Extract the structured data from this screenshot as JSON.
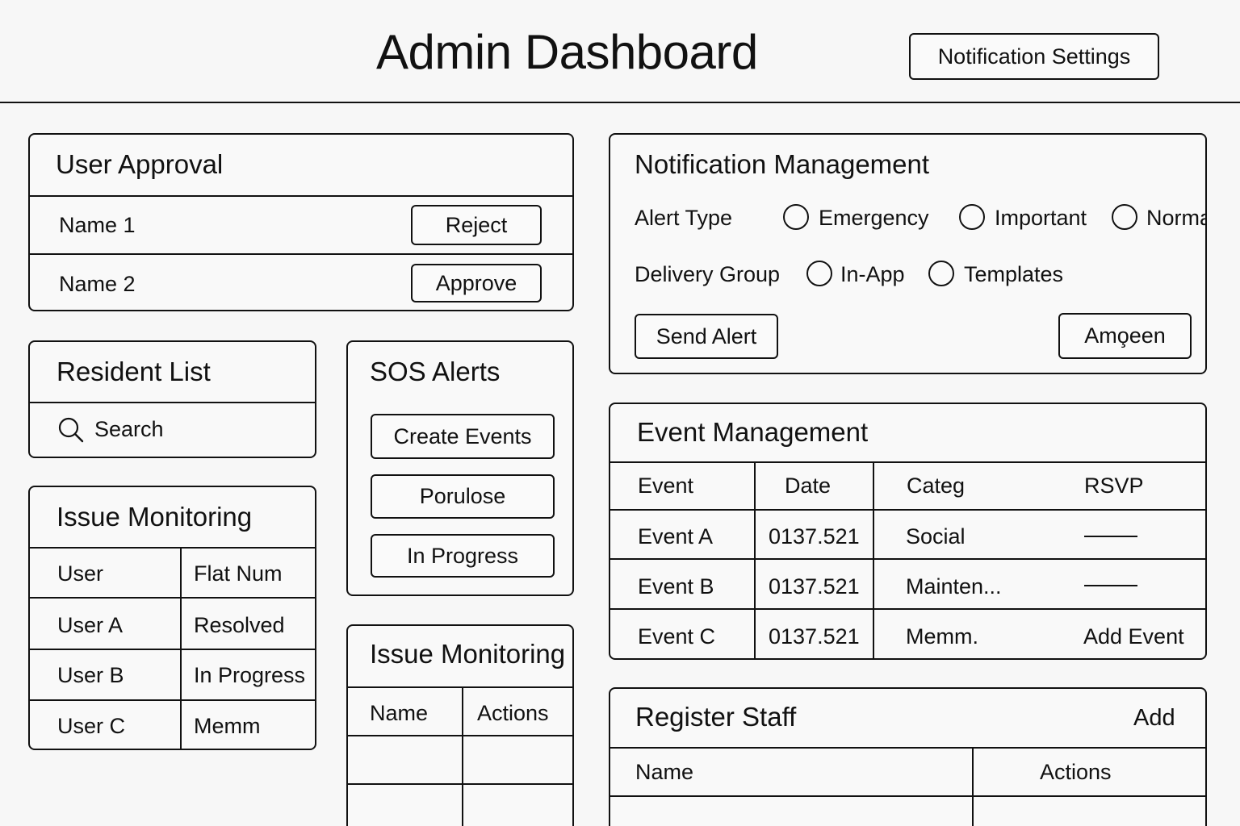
{
  "header": {
    "title": "Admin Dashboard",
    "notification_settings_label": "Notification Settings"
  },
  "user_approval": {
    "title": "User Approval",
    "rows": [
      {
        "name": "Name 1",
        "action": "Reject"
      },
      {
        "name": "Name 2",
        "action": "Approve"
      }
    ]
  },
  "resident_list": {
    "title": "Resident List",
    "search_label": "Search",
    "search_icon": "search-icon"
  },
  "sos_alerts": {
    "title": "SOS Alerts",
    "buttons": [
      "Create Events",
      "Porulose",
      "In Progress"
    ]
  },
  "issue_monitoring_left": {
    "title": "Issue Monitoring",
    "headers": [
      "User",
      "Flat Num"
    ],
    "rows": [
      [
        "User A",
        "Resolved"
      ],
      [
        "User B",
        "In Progress"
      ],
      [
        "User C",
        "Memm"
      ]
    ]
  },
  "issue_monitoring_mid": {
    "title": "Issue Monitoring",
    "headers": [
      "Name",
      "Actions"
    ]
  },
  "notification_management": {
    "title": "Notification Management",
    "alert_type_label": "Alert Type",
    "alert_types": [
      "Emergency",
      "Important",
      "Norma"
    ],
    "delivery_group_label": "Delivery Group",
    "delivery_groups": [
      "In-App",
      "Templates"
    ],
    "send_alert_label": "Send Alert",
    "secondary_button_label": "Amo̧een"
  },
  "event_management": {
    "title": "Event Management",
    "headers": [
      "Event",
      "Date",
      "Categ",
      "RSVP"
    ],
    "rows": [
      [
        "Event A",
        "0137.521",
        "Social",
        ""
      ],
      [
        "Event B",
        "0137.521",
        "Mainten...",
        ""
      ],
      [
        "Event C",
        "0137.521",
        "Memm.",
        "Add Event"
      ]
    ]
  },
  "register_staff": {
    "title": "Register Staff",
    "add_label": "Add",
    "headers": [
      "Name",
      "Actions"
    ]
  }
}
